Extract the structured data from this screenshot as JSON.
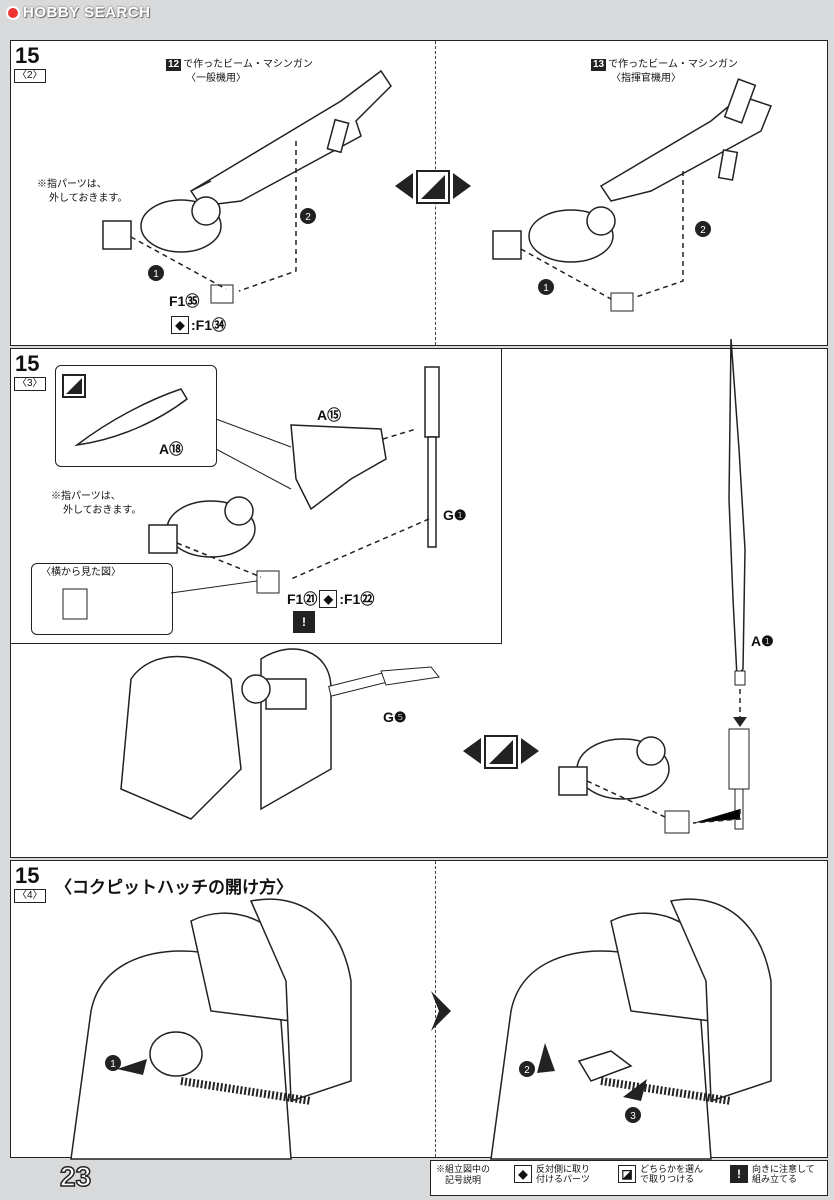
{
  "watermark": "HOBBY SEARCH",
  "page_number": "23",
  "step_15_2": {
    "step": "15",
    "sub": "〈2〉",
    "left_title_num": "12",
    "left_title": "で作ったビーム・マシンガン",
    "left_sub": "〈一般機用〉",
    "right_title_num": "13",
    "right_title": "で作ったビーム・マシンガン",
    "right_sub": "〈指揮官機用〉",
    "note_line1": "※指パーツは、",
    "note_line2": "外しておきます。",
    "part_main": "F1㉟",
    "part_alt": ":F1㉞",
    "arrow_1": "1",
    "arrow_2": "2"
  },
  "step_15_3": {
    "step": "15",
    "sub": "〈3〉",
    "part_a18": "A⑱",
    "part_a15": "A⑮",
    "part_g1": "G❶",
    "note_line1": "※指パーツは、",
    "note_line2": "外しておきます。",
    "side_view_label": "〈横から見た図〉",
    "part_f121": "F1㉑",
    "part_f122": ":F1㉒",
    "part_g5": "G❺",
    "part_a1": "A❶"
  },
  "step_15_4": {
    "step": "15",
    "sub": "〈4〉",
    "title": "〈コクピットハッチの開け方〉",
    "arrow_1": "1",
    "arrow_2": "2",
    "arrow_3": "3"
  },
  "footer": {
    "legend_title_1": "※組立図中の",
    "legend_title_2": "記号説明",
    "item1_line1": "反対側に取り",
    "item1_line2": "付けるパーツ",
    "item2_line1": "どちらかを選ん",
    "item2_line2": "で取りつける",
    "item3_line1": "向きに注意して",
    "item3_line2": "組み立てる"
  }
}
